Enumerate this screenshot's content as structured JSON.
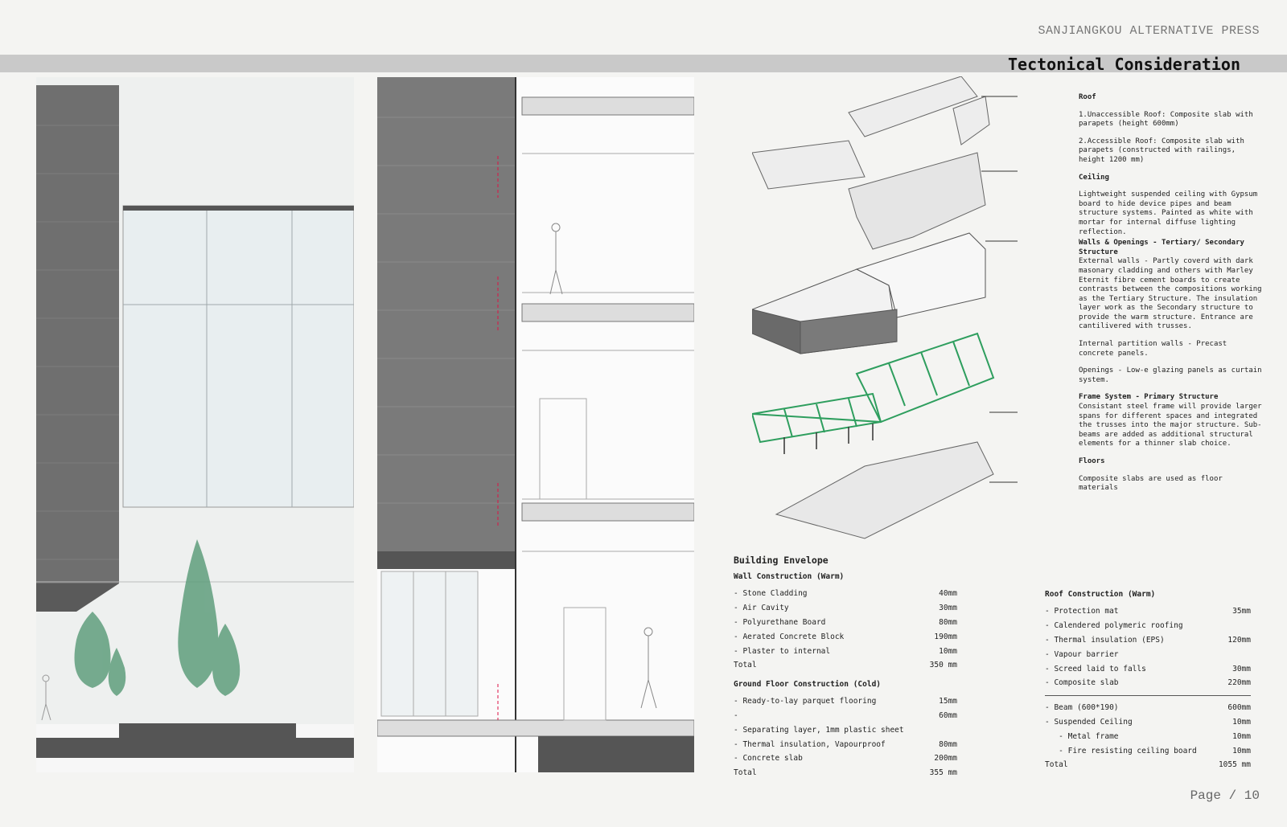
{
  "header": {
    "publisher": "SANJIANGKOU ALTERNATIVE PRESS",
    "title": "Tectonical Consideration"
  },
  "colors": {
    "cladding": "#6f6f6f",
    "frame_green": "#2e9e5e",
    "tree_green": "#5f9e7c",
    "glass": "#e8eef0",
    "title_bar": "#c9c9c9"
  },
  "axon_notes": [
    {
      "label": "Roof",
      "text": ""
    },
    {
      "label": "",
      "text": "1.Unaccessible Roof: Composite slab with parapets (height 600mm)"
    },
    {
      "label": "",
      "text": "2.Accessible Roof: Composite slab with parapets (constructed with railings, height 1200 mm)"
    },
    {
      "label": "Ceiling",
      "text": ""
    },
    {
      "label": "",
      "text": "Lightweight suspended ceiling with Gypsum board to hide device pipes and beam structure systems. Painted as white with mortar for internal diffuse lighting reflection."
    },
    {
      "label": "Walls & Openings - Tertiary/ Secondary Structure",
      "text": "External walls - Partly coverd with dark masonary cladding and others with Marley Eternit fibre cement boards to create contrasts between the compositions working as the Tertiary Structure. The insulation layer work as the Secondary structure to provide the warm structure. Entrance are cantilivered with trusses."
    },
    {
      "label": "",
      "text": "Internal partition walls - Precast concrete panels."
    },
    {
      "label": "",
      "text": "Openings - Low-e glazing panels as curtain system."
    },
    {
      "label": "Frame System - Primary Structure",
      "text": "Consistant steel frame will provide larger spans for different spaces and integrated the trusses into the major structure. Sub-beams are added as additional structural elements for a thinner slab choice."
    },
    {
      "label": "Floors",
      "text": ""
    },
    {
      "label": "",
      "text": "Composite slabs are used as floor materials"
    }
  ],
  "envelope": {
    "heading": "Building Envelope",
    "wall": {
      "title": "Wall Construction (Warm)",
      "rows": [
        {
          "name": "- Stone Cladding",
          "value": "40mm"
        },
        {
          "name": "- Air Cavity",
          "value": "30mm"
        },
        {
          "name": "- Polyurethane Board",
          "value": "80mm"
        },
        {
          "name": "- Aerated Concrete Block",
          "value": "190mm"
        },
        {
          "name": "- Plaster to internal",
          "value": "10mm"
        },
        {
          "name": "Total",
          "value": "350 mm"
        }
      ]
    },
    "ground": {
      "title": "Ground Floor Construction (Cold)",
      "rows": [
        {
          "name": "- Ready-to-lay parquet flooring",
          "value": "15mm"
        },
        {
          "name": "-",
          "value": "60mm"
        },
        {
          "name": "- Separating layer, 1mm plastic sheet",
          "value": ""
        },
        {
          "name": "- Thermal insulation, Vapourproof",
          "value": "80mm"
        },
        {
          "name": "- Concrete slab",
          "value": "200mm"
        },
        {
          "name": "Total",
          "value": "355 mm"
        }
      ]
    }
  },
  "roof_spec": {
    "title": "Roof Construction (Warm)",
    "rows_a": [
      {
        "name": "- Protection mat",
        "value": "35mm"
      },
      {
        "name": "- Calendered polymeric roofing",
        "value": ""
      },
      {
        "name": "- Thermal insulation (EPS)",
        "value": "120mm"
      },
      {
        "name": "- Vapour barrier",
        "value": ""
      },
      {
        "name": "- Screed laid to falls",
        "value": "30mm"
      },
      {
        "name": "- Composite slab",
        "value": "220mm"
      }
    ],
    "rows_b": [
      {
        "name": "- Beam (600*190)",
        "value": "600mm"
      },
      {
        "name": "- Suspended Ceiling",
        "value": "10mm"
      },
      {
        "name": "   - Metal frame",
        "value": "10mm"
      },
      {
        "name": "   - Fire resisting ceiling board",
        "value": "10mm"
      },
      {
        "name": "Total",
        "value": "1055 mm"
      }
    ]
  },
  "footer": {
    "page": "Page / 10"
  }
}
